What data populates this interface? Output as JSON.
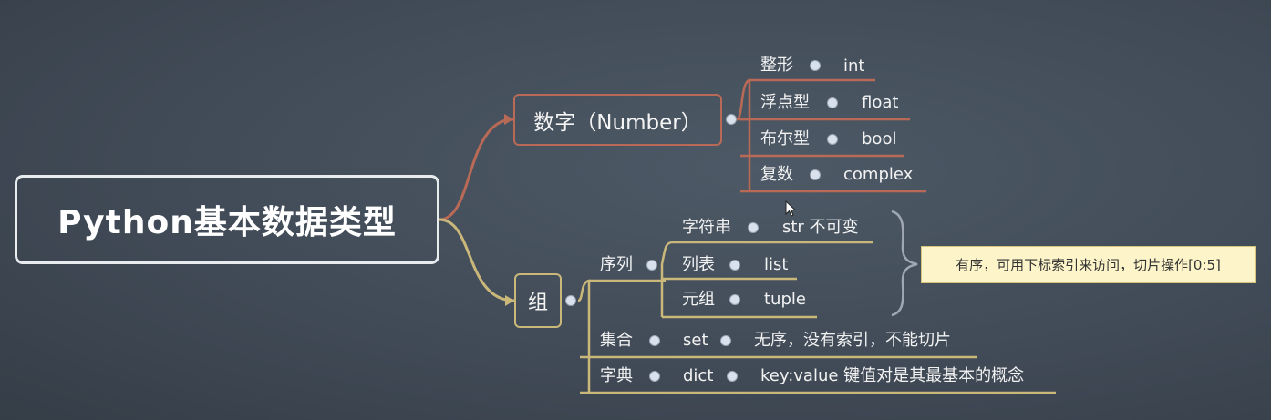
{
  "root": {
    "label": "Python基本数据类型"
  },
  "number": {
    "label": "数字（Number）",
    "items": [
      {
        "name": "整形",
        "value": "int"
      },
      {
        "name": "浮点型",
        "value": "float"
      },
      {
        "name": "布尔型",
        "value": "bool"
      },
      {
        "name": "复数",
        "value": "complex"
      }
    ]
  },
  "group": {
    "label": "组",
    "sequence": {
      "label": "序列",
      "items": [
        {
          "name": "字符串",
          "value": "str 不可变"
        },
        {
          "name": "列表",
          "value": "list"
        },
        {
          "name": "元组",
          "value": "tuple"
        }
      ],
      "note": "有序，可用下标索引来访问，切片操作[0:5]"
    },
    "set": {
      "name": "集合",
      "value": "set",
      "desc": "无序，没有索引，不能切片"
    },
    "dict": {
      "name": "字典",
      "value": "dict",
      "desc": "key:value 键值对是其最基本的概念"
    }
  },
  "colors": {
    "number_branch": "#b96a56",
    "group_branch": "#c9b87a",
    "root_border": "#e9ecef",
    "note_bg": "#fdf5c9"
  }
}
